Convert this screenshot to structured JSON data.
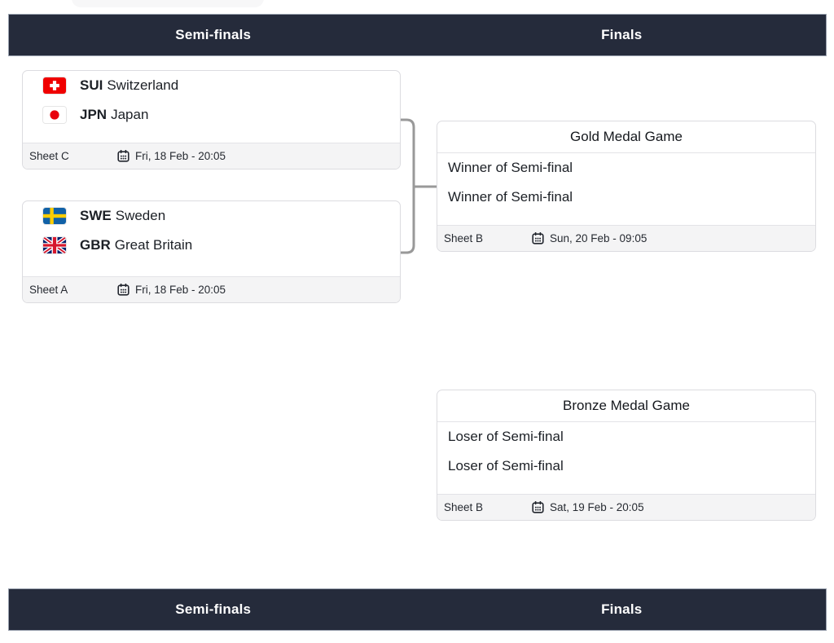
{
  "headers": {
    "top": {
      "left_label": "Semi-finals",
      "right_label": "Finals"
    },
    "bottom": {
      "left_label": "Semi-finals",
      "right_label": "Finals"
    }
  },
  "bracket": {
    "semi_finals": [
      {
        "teams": [
          {
            "code": "SUI",
            "name": "Switzerland",
            "flag_icon": "switzerland-flag"
          },
          {
            "code": "JPN",
            "name": "Japan",
            "flag_icon": "japan-flag"
          }
        ],
        "sheet": "Sheet C",
        "datetime": "Fri, 18 Feb - 20:05"
      },
      {
        "teams": [
          {
            "code": "SWE",
            "name": "Sweden",
            "flag_icon": "sweden-flag"
          },
          {
            "code": "GBR",
            "name": "Great Britain",
            "flag_icon": "great-britain-flag"
          }
        ],
        "sheet": "Sheet A",
        "datetime": "Fri, 18 Feb - 20:05"
      }
    ],
    "finals": [
      {
        "title": "Gold Medal Game",
        "slots": [
          "Winner of Semi-final",
          "Winner of Semi-final"
        ],
        "sheet": "Sheet B",
        "datetime": "Sun, 20 Feb - 09:05"
      },
      {
        "title": "Bronze Medal Game",
        "slots": [
          "Loser of Semi-final",
          "Loser of Semi-final"
        ],
        "sheet": "Sheet B",
        "datetime": "Sat, 19 Feb - 20:05"
      }
    ]
  },
  "icons": {
    "calendar": "calendar-icon",
    "flags": [
      "switzerland-flag",
      "japan-flag",
      "sweden-flag",
      "great-britain-flag"
    ]
  },
  "colors": {
    "bar_background": "#252b3b",
    "bar_text": "#ffffff",
    "card_border": "#dcdce0",
    "footer_background": "#f4f4f5",
    "connector_line": "#999999",
    "text": "#1c2026"
  }
}
